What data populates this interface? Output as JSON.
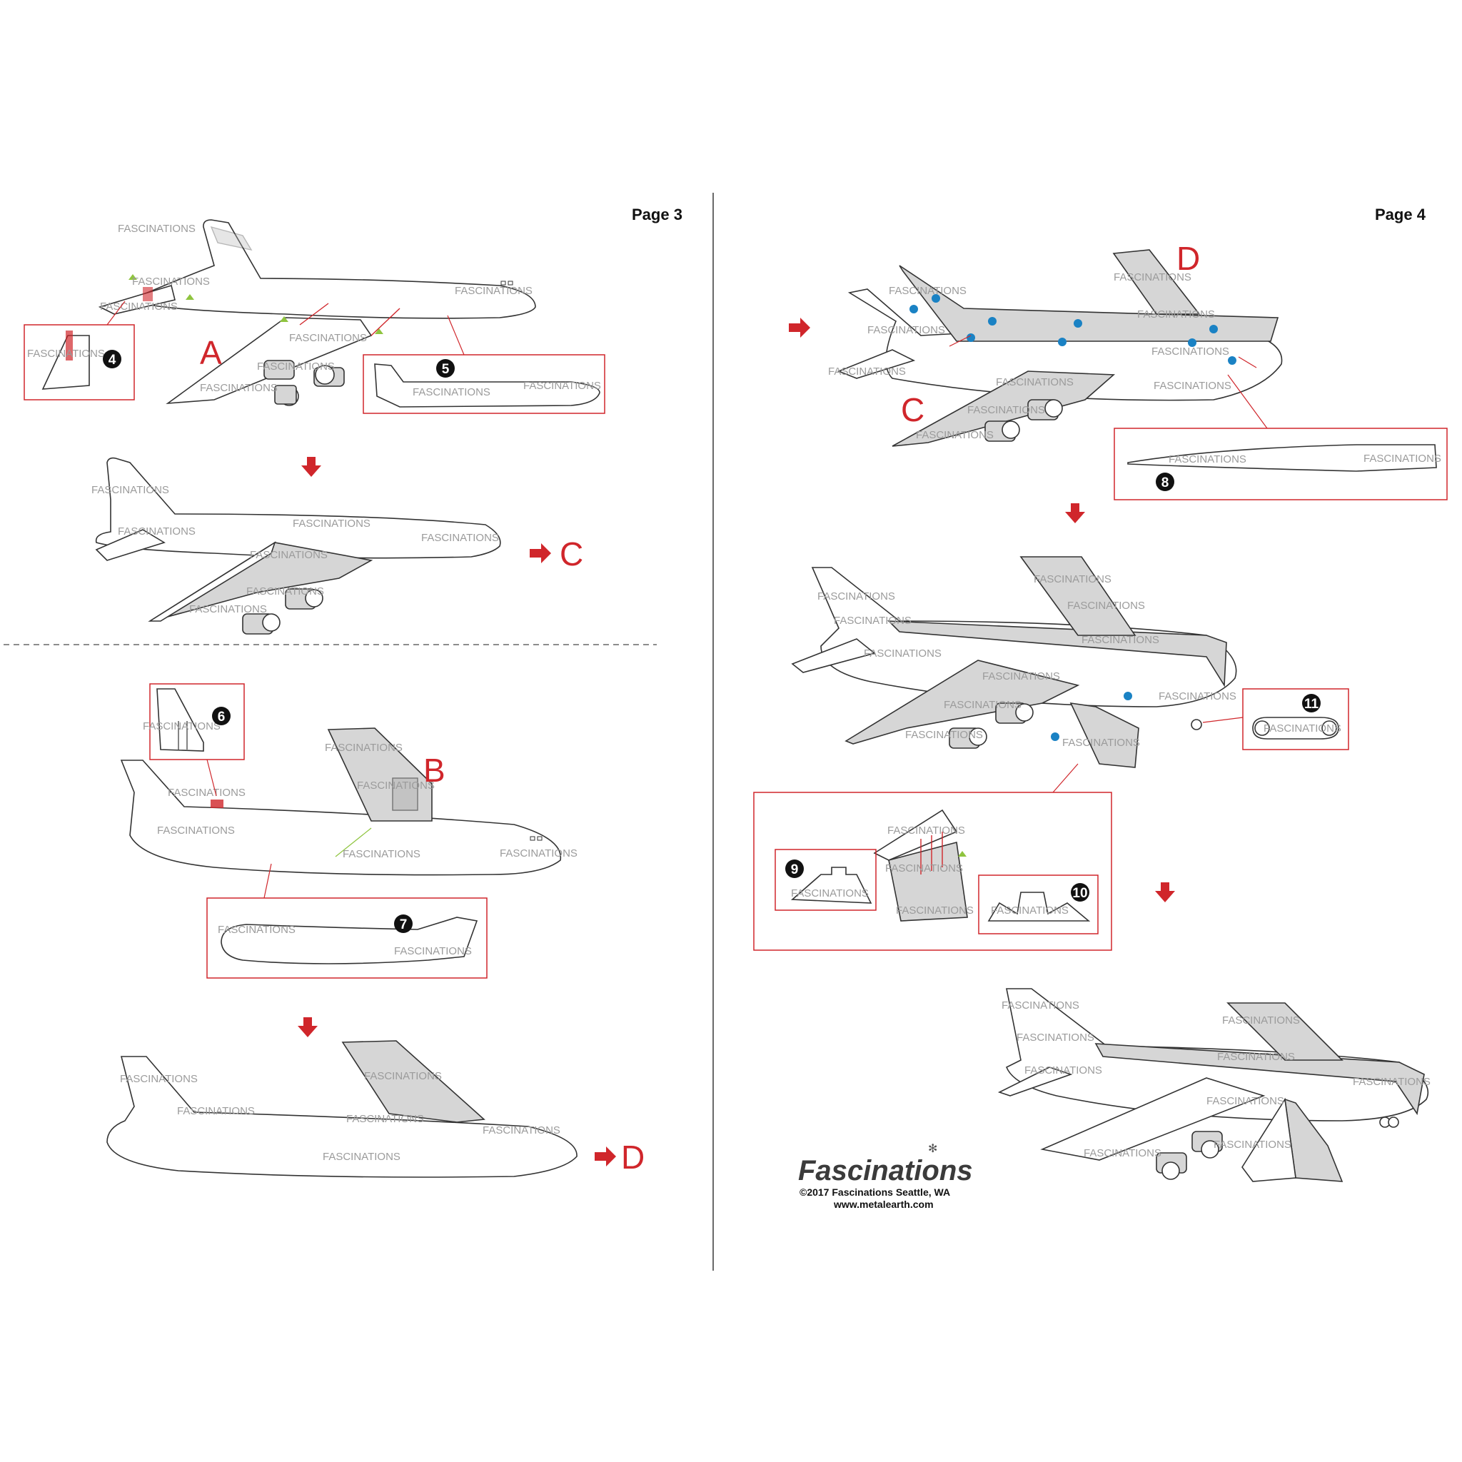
{
  "pages": {
    "left_label": "Page 3",
    "right_label": "Page 4"
  },
  "watermark": "FASCINATIONS",
  "step_letters": {
    "A": "A",
    "B": "B",
    "C": "C",
    "D": "D"
  },
  "goto": {
    "to_c": "C",
    "to_d": "D"
  },
  "callouts": {
    "n4": "4",
    "n5": "5",
    "n6": "6",
    "n7": "7",
    "n8": "8",
    "n9": "9",
    "n10": "10",
    "n11": "11"
  },
  "brand": {
    "name": "Fascinations",
    "copyright": "©2017 Fascinations Seattle, WA",
    "url": "www.metalearth.com"
  },
  "colors": {
    "accent_red": "#d0262b",
    "dot_blue": "#1a82c4",
    "tab_green": "#8fc43f",
    "part_gray": "#d6d6d6"
  }
}
